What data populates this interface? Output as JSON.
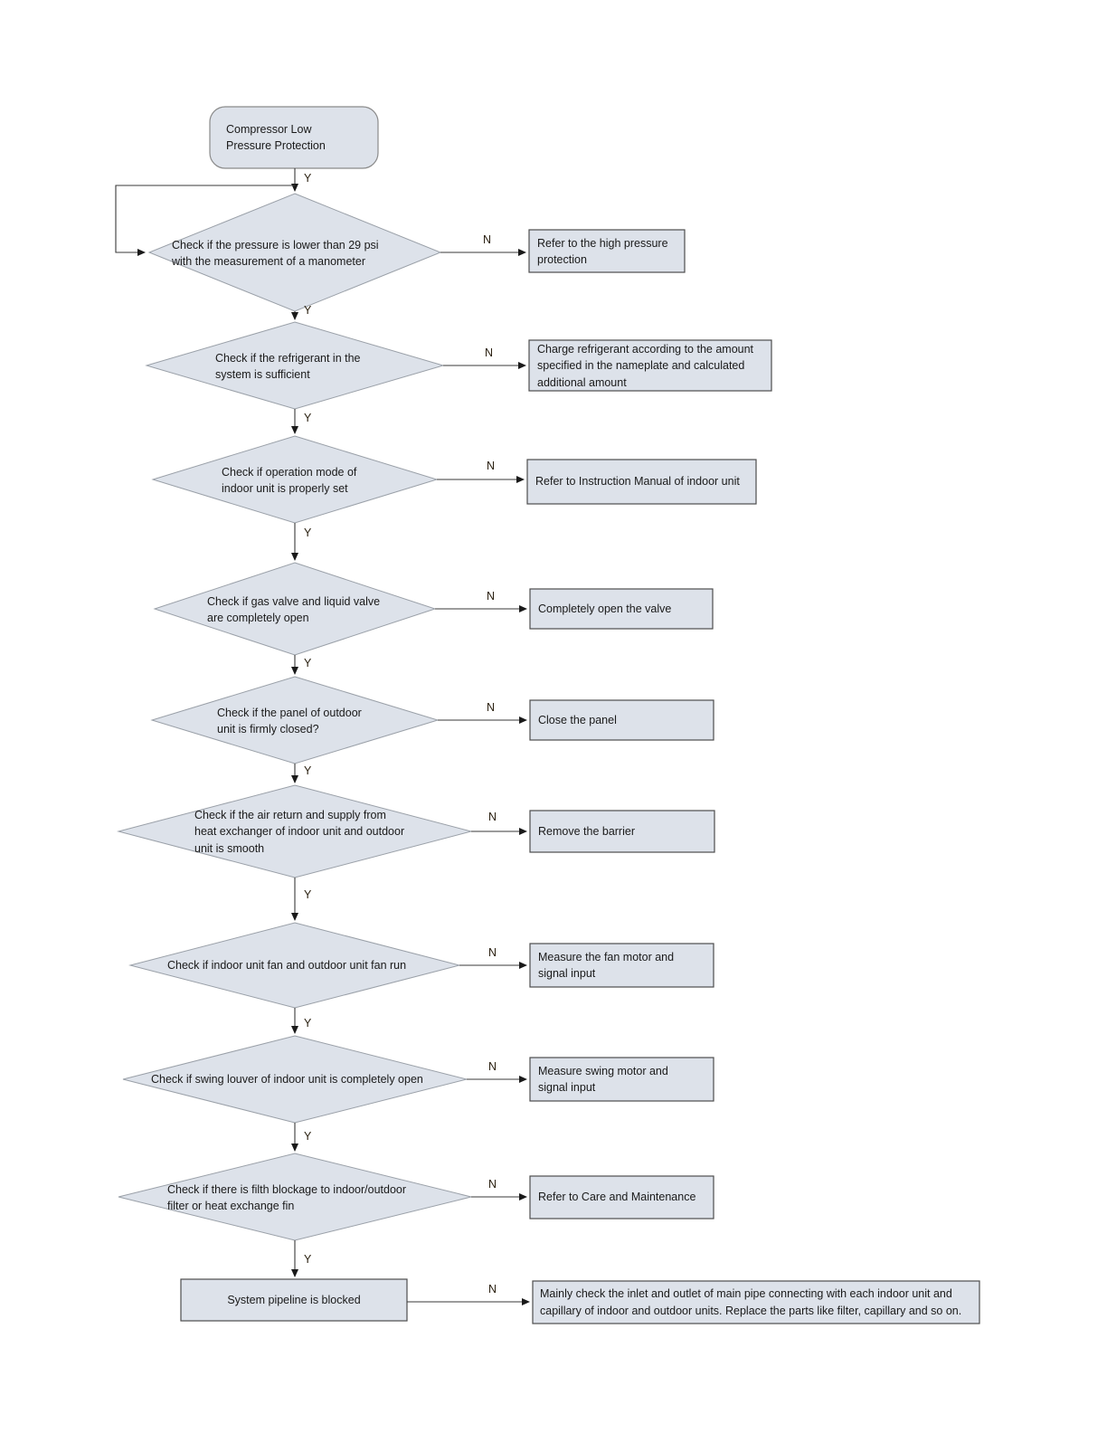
{
  "diagram": {
    "title": "Compressor Low Pressure Protection troubleshooting flowchart",
    "colors": {
      "node_fill": "#dde2ea",
      "node_stroke": "#4d4d4d",
      "terminator_stroke": "#8a8a8a",
      "decision_stroke": "#9aa0a8",
      "connector": "#3a3a3a",
      "text": "#1a1a1a",
      "edge_label": "#2a2010",
      "background": "#ffffff"
    },
    "start": {
      "id": "start",
      "shape": "terminator",
      "label": "Compressor Low\nPressure Protection"
    },
    "decisions": [
      {
        "id": "d1",
        "shape": "decision",
        "label": "Check if the pressure is lower than 29 psi\nwith the measurement of a manometer",
        "yes": "Y",
        "no": "N",
        "no_target": "a1"
      },
      {
        "id": "d2",
        "shape": "decision",
        "label": "Check if the refrigerant in the\nsystem is sufficient",
        "yes": "Y",
        "no": "N",
        "no_target": "a2"
      },
      {
        "id": "d3",
        "shape": "decision",
        "label": "Check if operation mode of\nindoor unit is properly set",
        "yes": "Y",
        "no": "N",
        "no_target": "a3"
      },
      {
        "id": "d4",
        "shape": "decision",
        "label": "Check if gas valve and liquid valve\nare completely open",
        "yes": "Y",
        "no": "N",
        "no_target": "a4"
      },
      {
        "id": "d5",
        "shape": "decision",
        "label": "Check if  the  panel  of outdoor\nunit is firmly closed?",
        "yes": "Y",
        "no": "N",
        "no_target": "a5"
      },
      {
        "id": "d6",
        "shape": "decision",
        "label": "Check if the air return and supply from\nheat exchanger of indoor unit and outdoor\nunit is smooth",
        "yes": "Y",
        "no": "N",
        "no_target": "a6"
      },
      {
        "id": "d7",
        "shape": "decision",
        "label": "Check if indoor unit fan and outdoor unit fan run",
        "yes": "Y",
        "no": "N",
        "no_target": "a7"
      },
      {
        "id": "d8",
        "shape": "decision",
        "label": "Check if swing louver of indoor unit is completely open",
        "yes": "Y",
        "no": "N",
        "no_target": "a8"
      },
      {
        "id": "d9",
        "shape": "decision",
        "label": "Check if there is filth blockage to indoor/outdoor\nfilter or heat exchange fin",
        "yes": "Y",
        "no": "N",
        "no_target": "a9"
      }
    ],
    "actions": [
      {
        "id": "a1",
        "shape": "process",
        "label": "Refer to the high pressure\nprotection"
      },
      {
        "id": "a2",
        "shape": "process",
        "label": "Charge refrigerant according to the amount\nspecified in the nameplate and calculated\nadditional amount"
      },
      {
        "id": "a3",
        "shape": "process",
        "label": "Refer to Instruction Manual of indoor unit"
      },
      {
        "id": "a4",
        "shape": "process",
        "label": "Completely open the valve"
      },
      {
        "id": "a5",
        "shape": "process",
        "label": "Close the panel"
      },
      {
        "id": "a6",
        "shape": "process",
        "label": "Remove the barrier"
      },
      {
        "id": "a7",
        "shape": "process",
        "label": "Measure the fan motor and\nsignal input"
      },
      {
        "id": "a8",
        "shape": "process",
        "label": "Measure swing motor and\nsignal input"
      },
      {
        "id": "a9",
        "shape": "process",
        "label": "Refer to Care and Maintenance"
      },
      {
        "id": "a10",
        "shape": "process",
        "label": "Mainly check the inlet and outlet of main pipe connecting with each indoor unit and\ncapillary of indoor and outdoor units. Replace the parts like filter, capillary and so on."
      }
    ],
    "end": {
      "id": "end",
      "shape": "process",
      "label": "System pipeline is blocked",
      "no": "N",
      "no_target": "a10"
    },
    "edge_labels": {
      "start_to_d1": "Y",
      "d1_yes": "Y",
      "d1_no": "N",
      "d2_yes": "Y",
      "d2_no": "N",
      "d3_yes": "Y",
      "d3_no": "N",
      "d4_yes": "Y",
      "d4_no": "N",
      "d5_yes": "Y",
      "d5_no": "N",
      "d6_yes": "Y",
      "d6_no": "N",
      "d7_yes": "Y",
      "d7_no": "N",
      "d8_yes": "Y",
      "d8_no": "N",
      "d9_yes": "Y",
      "d9_no": "N",
      "end_no": "N"
    }
  }
}
